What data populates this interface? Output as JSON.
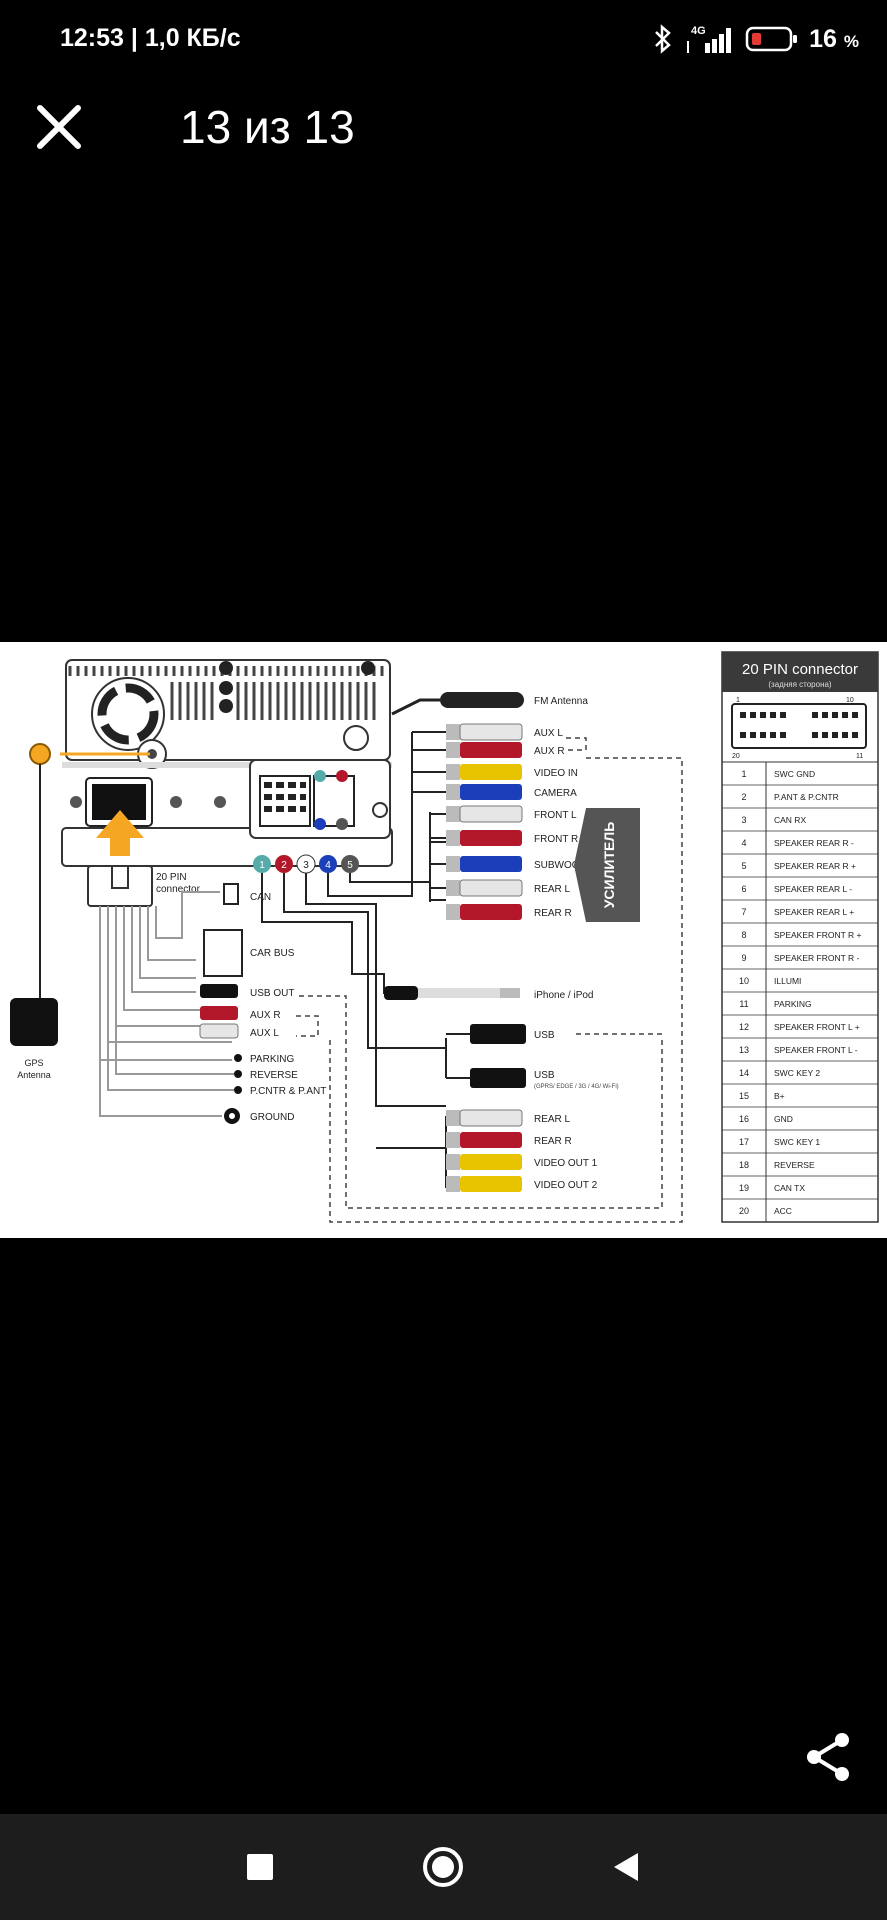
{
  "status_bar": {
    "time": "12:53",
    "speed": "| 1,0 КБ/с",
    "network": "4G",
    "battery_pct": "16",
    "battery_unit": "%"
  },
  "viewer": {
    "counter": "13 из 13"
  },
  "diagram": {
    "pin_title": "20 PIN connector",
    "pin_subtitle": "(задняя сторона)",
    "pin_marks": [
      "1",
      "10",
      "20",
      "11"
    ],
    "pins": [
      {
        "n": "1",
        "label": "SWC GND"
      },
      {
        "n": "2",
        "label": "P.ANT & P.CNTR"
      },
      {
        "n": "3",
        "label": "CAN RX"
      },
      {
        "n": "4",
        "label": "SPEAKER REAR R -"
      },
      {
        "n": "5",
        "label": "SPEAKER REAR R +"
      },
      {
        "n": "6",
        "label": "SPEAKER REAR L -"
      },
      {
        "n": "7",
        "label": "SPEAKER REAR L +"
      },
      {
        "n": "8",
        "label": "SPEAKER FRONT R +"
      },
      {
        "n": "9",
        "label": "SPEAKER FRONT R -"
      },
      {
        "n": "10",
        "label": "ILLUMI"
      },
      {
        "n": "11",
        "label": "PARKING"
      },
      {
        "n": "12",
        "label": "SPEAKER FRONT L +"
      },
      {
        "n": "13",
        "label": "SPEAKER FRONT L -"
      },
      {
        "n": "14",
        "label": "SWC KEY 2"
      },
      {
        "n": "15",
        "label": "B+"
      },
      {
        "n": "16",
        "label": "GND"
      },
      {
        "n": "17",
        "label": "SWC KEY 1"
      },
      {
        "n": "18",
        "label": "REVERSE"
      },
      {
        "n": "19",
        "label": "CAN TX"
      },
      {
        "n": "20",
        "label": "ACC"
      }
    ],
    "fm_antenna": "FM Antenna",
    "aux_l": "AUX L",
    "aux_r": "AUX R",
    "video_in": "VIDEO IN",
    "camera": "CAMERA",
    "front_l": "FRONT L",
    "front_r": "FRONT R",
    "subwoofer": "SUBWOOFER",
    "rear_l": "REAR L",
    "rear_r": "REAR R",
    "amplifier": "УСИЛИТЕЛЬ",
    "iphone": "iPhone / iPod",
    "usb1": "USB",
    "usb2": "USB",
    "usb2_sub": "(GPRS/ EDGE / 3G / 4G/ Wi-Fi)",
    "out_rear_l": "REAR L",
    "out_rear_r": "REAR R",
    "video_out1": "VIDEO OUT 1",
    "video_out2": "VIDEO OUT 2",
    "pin20_conn": "20 PIN",
    "pin20_conn2": "connector",
    "can": "CAN",
    "car_bus": "CAR BUS",
    "usb_out": "USB OUT",
    "left_aux_r": "AUX R",
    "left_aux_l": "AUX L",
    "parking": "PARKING",
    "reverse": "REVERSE",
    "pcntr": "P.CNTR & P.ANT",
    "ground": "GROUND",
    "gps1": "GPS",
    "gps2": "Antenna",
    "port_numbers": [
      "1",
      "2",
      "3",
      "4",
      "5"
    ]
  },
  "colors": {
    "accent_orange": "#f5a623",
    "rca_red": "#b3182a",
    "rca_yellow": "#e8c400",
    "rca_blue": "#1a3fb8",
    "rca_white": "#e6e6e6"
  },
  "icons": {
    "close": "close-icon",
    "share": "share-icon",
    "bluetooth": "bluetooth-icon",
    "signal": "signal-icon",
    "battery": "battery-icon",
    "recents": "recents-icon",
    "home": "home-icon",
    "back": "back-icon"
  }
}
